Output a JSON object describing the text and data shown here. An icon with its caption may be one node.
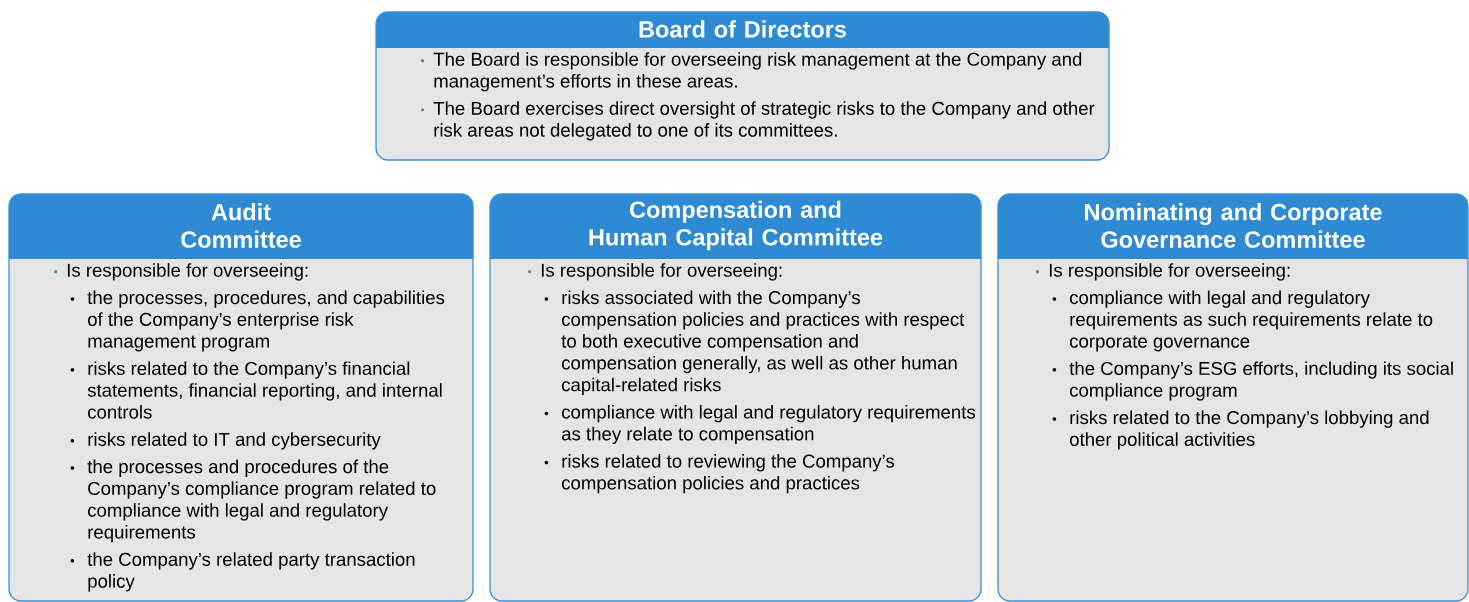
{
  "diagram": {
    "nodes": [
      {
        "text": [
          "Board of Directors",
          "The Board is responsible for overseeing risk management at the Company and management’s efforts in these areas.",
          "The Board exercises direct oversight of strategic risks to the Company and other risk areas not delegated to one of its committees."
        ]
      },
      {
        "text": [
          "Audit Committee",
          "Is responsible for overseeing:",
          "the processes, procedures, and capabilities of the Company’s enterprise risk management program",
          "risks related to the Company’s financial statements, financial reporting, and internal controls",
          "risks related to IT and cybersecurity",
          "the processes and procedures of the Company’s compliance program related to compliance with legal and regulatory requirements",
          "the Company’s related party transaction policy"
        ]
      },
      {
        "text": [
          "Compensation and Human Capital Committee",
          "Is responsible for overseeing:",
          "risks associated with the Company’s compensation policies and practices with respect to both executive compensation and compensation generally, as well as other human capital-related risks",
          "compliance with legal and regulatory requirements as they relate to compensation",
          "risks related to reviewing the Company’s compensation policies and practices"
        ]
      },
      {
        "text": [
          "Nominating and Corporate Governance Committee",
          "Is responsible for overseeing:",
          "compliance with legal and regulatory requirements as such requirements relate to corporate governance",
          "the Company’s ESG efforts, including its social compliance program",
          "risks related to the Company’s lobbying and other political activities"
        ]
      }
    ]
  }
}
